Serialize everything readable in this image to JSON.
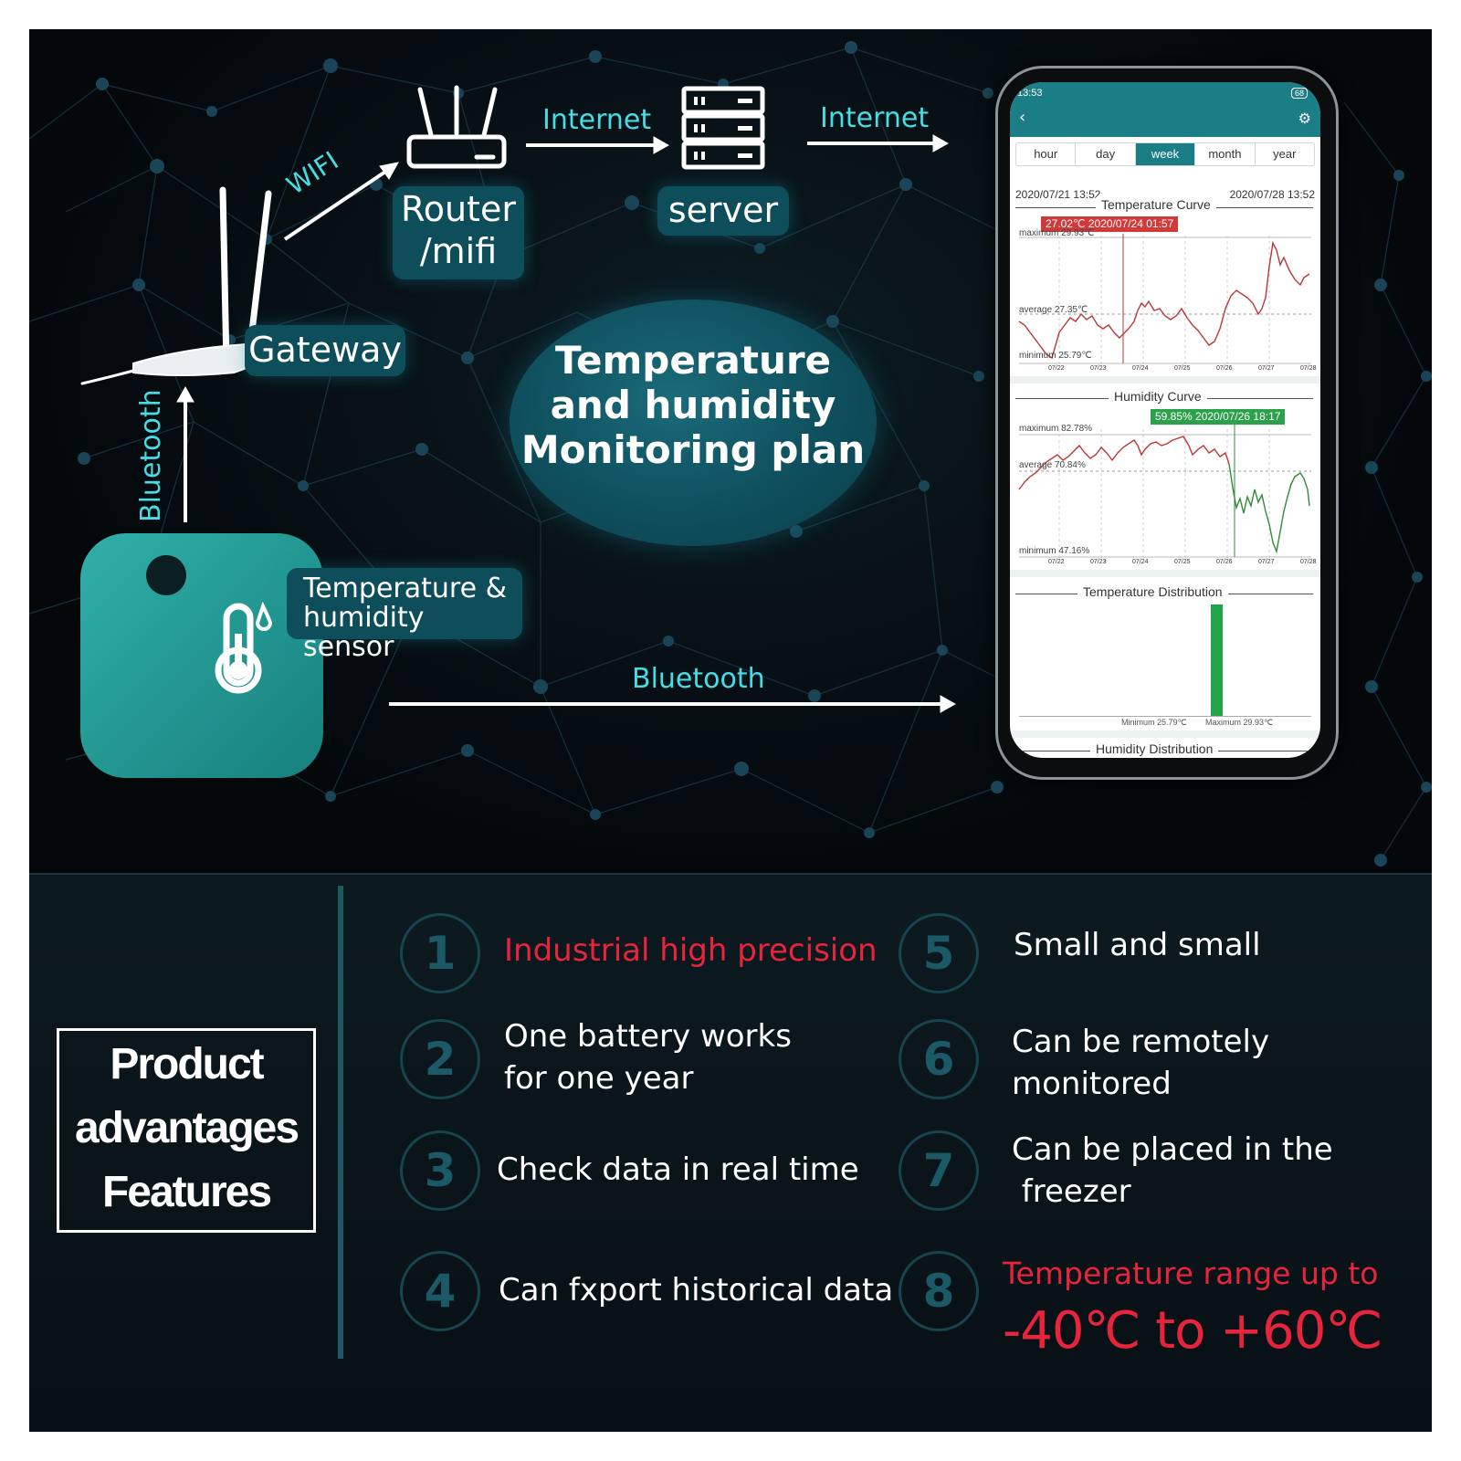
{
  "diagram": {
    "router_label": "Router\n/mifi",
    "server_label": "server",
    "gateway_label": "Gateway",
    "sensor_label": "Temperature &\nhumidity sensor",
    "wifi_label": "WIFI",
    "internet_label_1": "Internet",
    "internet_label_2": "Internet",
    "bluetooth_vertical_label": "Bluetooth",
    "bluetooth_horizontal_label": "Bluetooth",
    "plan_title": "Temperature\nand humidity\nMonitoring plan"
  },
  "phone": {
    "status_time": "13:53",
    "status_battery": "68",
    "tabs": [
      "hour",
      "day",
      "week",
      "month",
      "year"
    ],
    "active_tab": "week",
    "range_start": "2020/07/21 13:52",
    "range_end": "2020/07/28 13:52",
    "temperature_curve": {
      "title": "Temperature Curve",
      "tooltip": "27.02℃ 2020/07/24 01:57",
      "maximum_label": "maximum 29.93℃",
      "average_label": "average 27.35℃",
      "minimum_label": "minimum 25.79℃",
      "x_ticks": [
        "07/22",
        "07/23",
        "07/24",
        "07/25",
        "07/26",
        "07/27",
        "07/28"
      ]
    },
    "humidity_curve": {
      "title": "Humidity Curve",
      "tooltip": "59.85% 2020/07/26 18:17",
      "maximum_label": "maximum 82.78%",
      "average_label": "average 70.84%",
      "minimum_label": "minimum 47.16%",
      "x_ticks": [
        "07/22",
        "07/23",
        "07/24",
        "07/25",
        "07/26",
        "07/27",
        "07/28"
      ]
    },
    "temperature_distribution": {
      "title": "Temperature Distribution",
      "min_label": "Minimum 25.79℃",
      "max_label": "Maximum 29.93℃"
    },
    "humidity_distribution_title": "Humidity Distribution"
  },
  "features": {
    "box_title": [
      "Product",
      "advantages",
      "Features"
    ],
    "items": [
      {
        "num": "1",
        "text": "Industrial high precision"
      },
      {
        "num": "2",
        "text": "One battery works\nfor one year"
      },
      {
        "num": "3",
        "text": "Check data in real time"
      },
      {
        "num": "4",
        "text": "Can fxport historical data"
      },
      {
        "num": "5",
        "text": "Small and small"
      },
      {
        "num": "6",
        "text": "Can be remotely\nmonitored"
      },
      {
        "num": "7",
        "text": "Can be placed in the\n freezer"
      },
      {
        "num": "8",
        "text": "Temperature range up to"
      }
    ],
    "range_value": "-40℃ to +60℃"
  },
  "colors": {
    "accent_cyan": "#3fe0e6",
    "pill_teal": "#0e4d5a",
    "app_teal": "#1b7d85",
    "highlight_red": "#e8243c",
    "temp_line": "#b8383a",
    "humidity_line": "#2f8a3a"
  }
}
